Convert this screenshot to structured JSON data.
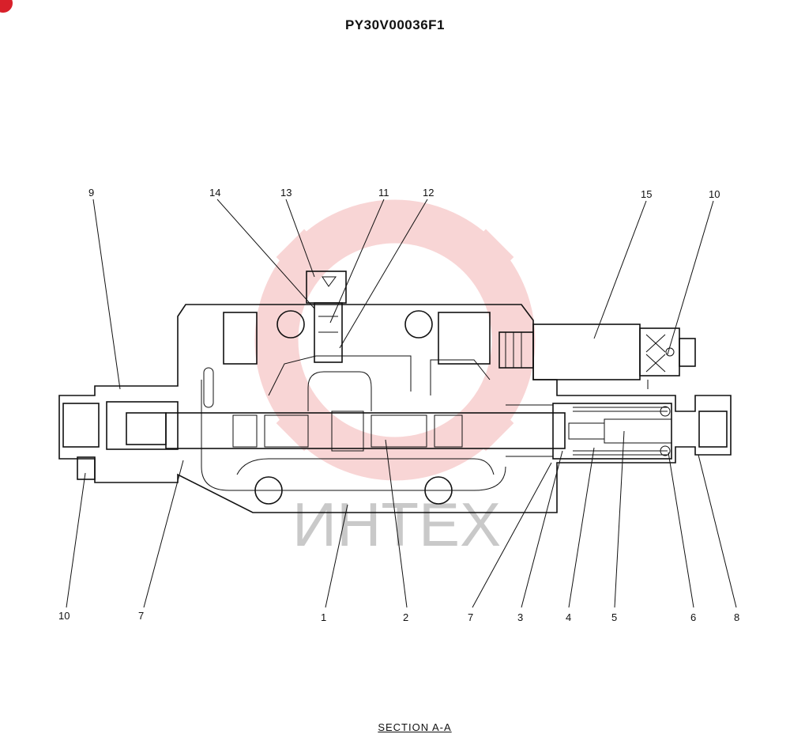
{
  "drawing": {
    "code": "PY30V00036F1",
    "section": "SECTION  A-A",
    "watermark_text": "ИНТЕХ",
    "watermark_color": "#f4b4b4",
    "accent": "#d8202a"
  },
  "callouts": [
    {
      "id": "c9-top",
      "text": "9"
    },
    {
      "id": "c14",
      "text": "14"
    },
    {
      "id": "c13",
      "text": "13"
    },
    {
      "id": "c11",
      "text": "11"
    },
    {
      "id": "c12",
      "text": "12"
    },
    {
      "id": "c15",
      "text": "15"
    },
    {
      "id": "c10-top",
      "text": "10"
    },
    {
      "id": "c10-bot",
      "text": "10"
    },
    {
      "id": "c7-left",
      "text": "7"
    },
    {
      "id": "c1",
      "text": "1"
    },
    {
      "id": "c2",
      "text": "2"
    },
    {
      "id": "c7-right",
      "text": "7"
    },
    {
      "id": "c3",
      "text": "3"
    },
    {
      "id": "c4",
      "text": "4"
    },
    {
      "id": "c5",
      "text": "5"
    },
    {
      "id": "c6",
      "text": "6"
    },
    {
      "id": "c8",
      "text": "8"
    }
  ]
}
